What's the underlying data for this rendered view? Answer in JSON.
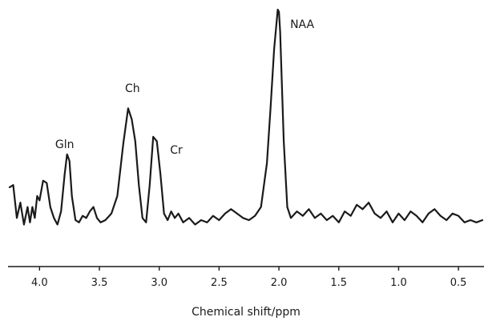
{
  "chart_data": {
    "type": "line",
    "title": "",
    "xlabel": "Chemical shift/ppm",
    "ylabel": "",
    "x_reversed": true,
    "xlim": [
      4.25,
      0.3
    ],
    "ylim": [
      0,
      1
    ],
    "grid": false,
    "xticks": [
      4.0,
      3.5,
      3.0,
      2.5,
      2.0,
      1.5,
      1.0,
      0.5
    ],
    "xtick_labels": [
      "4.0",
      "3.5",
      "3.0",
      "2.5",
      "2.0",
      "1.5",
      "1.0",
      "0.5"
    ],
    "series": [
      {
        "color": "#1a1a1a",
        "x": [
          4.25,
          4.22,
          4.19,
          4.16,
          4.13,
          4.1,
          4.08,
          4.06,
          4.04,
          4.02,
          4.0,
          3.97,
          3.94,
          3.91,
          3.88,
          3.85,
          3.82,
          3.79,
          3.77,
          3.75,
          3.73,
          3.7,
          3.67,
          3.64,
          3.61,
          3.58,
          3.55,
          3.52,
          3.49,
          3.45,
          3.4,
          3.35,
          3.3,
          3.26,
          3.23,
          3.2,
          3.17,
          3.14,
          3.11,
          3.08,
          3.05,
          3.02,
          2.99,
          2.96,
          2.93,
          2.9,
          2.87,
          2.84,
          2.8,
          2.75,
          2.7,
          2.65,
          2.6,
          2.55,
          2.5,
          2.45,
          2.4,
          2.35,
          2.3,
          2.25,
          2.2,
          2.15,
          2.1,
          2.07,
          2.04,
          2.01,
          2.0,
          1.99,
          1.96,
          1.93,
          1.9,
          1.85,
          1.8,
          1.75,
          1.7,
          1.65,
          1.6,
          1.55,
          1.5,
          1.45,
          1.4,
          1.35,
          1.3,
          1.25,
          1.2,
          1.15,
          1.1,
          1.05,
          1.0,
          0.95,
          0.9,
          0.85,
          0.8,
          0.75,
          0.7,
          0.65,
          0.6,
          0.55,
          0.5,
          0.45,
          0.4,
          0.35,
          0.3
        ],
        "y": [
          0.19,
          0.2,
          0.05,
          0.12,
          0.02,
          0.1,
          0.03,
          0.1,
          0.05,
          0.15,
          0.13,
          0.22,
          0.21,
          0.1,
          0.05,
          0.02,
          0.08,
          0.25,
          0.34,
          0.31,
          0.15,
          0.04,
          0.03,
          0.06,
          0.05,
          0.08,
          0.1,
          0.05,
          0.03,
          0.04,
          0.07,
          0.15,
          0.39,
          0.55,
          0.5,
          0.4,
          0.2,
          0.05,
          0.03,
          0.2,
          0.42,
          0.4,
          0.25,
          0.07,
          0.04,
          0.08,
          0.05,
          0.07,
          0.03,
          0.05,
          0.02,
          0.04,
          0.03,
          0.06,
          0.04,
          0.07,
          0.09,
          0.07,
          0.05,
          0.04,
          0.06,
          0.1,
          0.3,
          0.55,
          0.82,
          1.0,
          0.99,
          0.9,
          0.4,
          0.1,
          0.05,
          0.08,
          0.06,
          0.09,
          0.05,
          0.07,
          0.04,
          0.06,
          0.03,
          0.08,
          0.06,
          0.11,
          0.09,
          0.12,
          0.07,
          0.05,
          0.08,
          0.03,
          0.07,
          0.04,
          0.08,
          0.06,
          0.03,
          0.07,
          0.09,
          0.06,
          0.04,
          0.07,
          0.06,
          0.03,
          0.04,
          0.03,
          0.04
        ]
      }
    ],
    "annotations": [
      {
        "text": "Gln",
        "x": 3.75
      },
      {
        "text": "Ch",
        "x": 3.21
      },
      {
        "text": "Cr",
        "x": 3.03
      },
      {
        "text": "NAA",
        "x": 2.0
      }
    ]
  }
}
